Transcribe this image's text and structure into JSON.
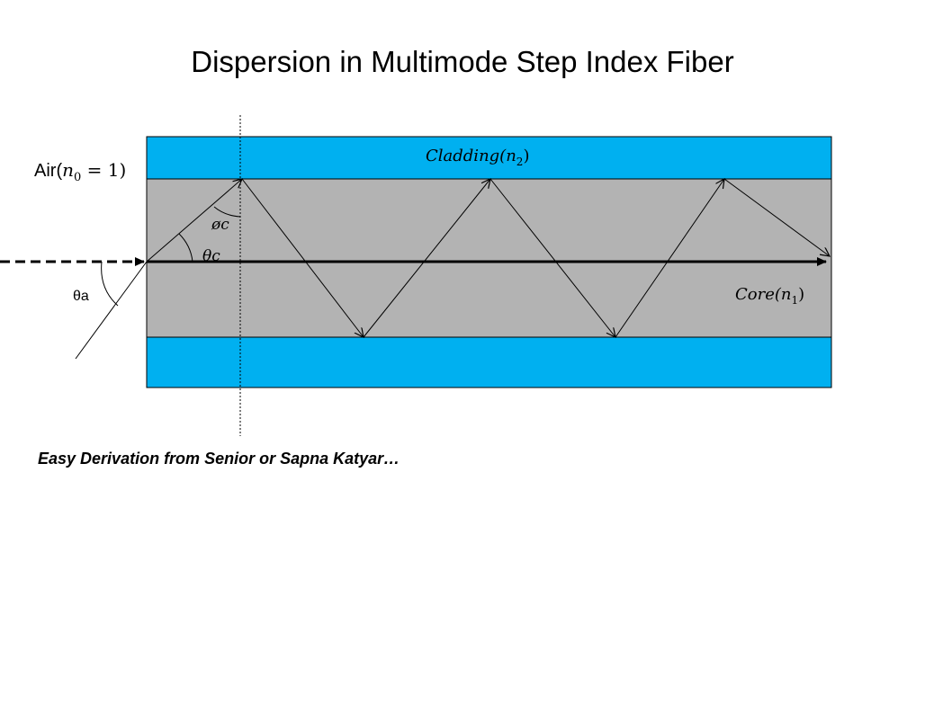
{
  "slide": {
    "title": "Dispersion in Multimode Step Index Fiber",
    "note": "Easy Derivation from Senior or Sapna Katyar…"
  },
  "diagram": {
    "air_label": {
      "prefix": "Air(",
      "sym": "n",
      "sub": "0",
      "suffix": " = 1)"
    },
    "cladding_label": {
      "prefix": "Cladding(",
      "sym": "n",
      "sub": "2",
      "suffix": ")"
    },
    "core_label": {
      "prefix": "Core(",
      "sym": "n",
      "sub": "1",
      "suffix": ")"
    },
    "angle_phi_c": "øc",
    "angle_theta_c": "θc",
    "angle_theta_a": "θa",
    "colors": {
      "cladding": "#00b0f0",
      "core": "#b3b3b3",
      "ink": "#000000"
    }
  }
}
